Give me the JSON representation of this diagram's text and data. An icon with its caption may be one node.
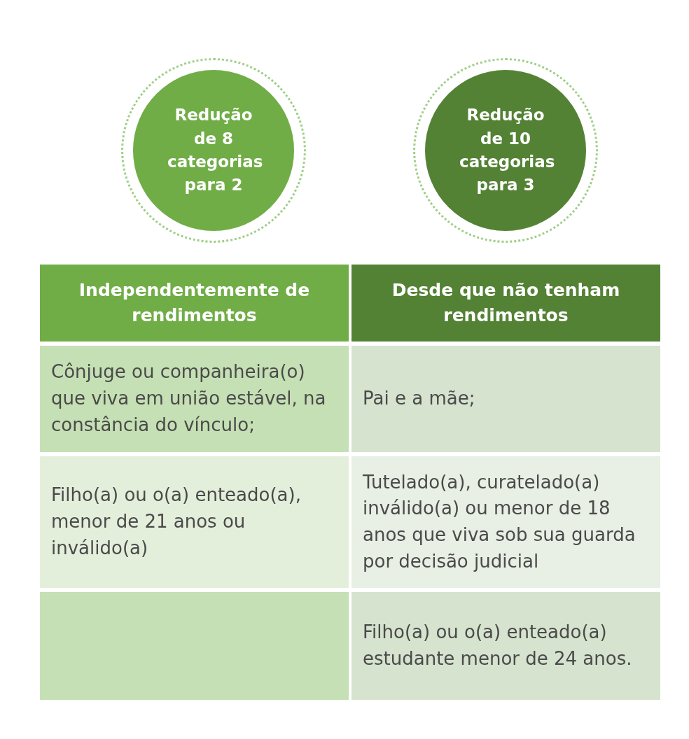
{
  "diagram": {
    "nodes": [
      {
        "text": [
          "Redução de 8 categorias para 2"
        ]
      },
      {
        "text": [
          "Redução de 10 categorias para 3"
        ]
      }
    ],
    "labels": [
      "Independentemente de rendimentos",
      "Desde que não tenham rendimentos",
      "Cônjuge ou companheira(o) que viva em união estável, na constância do vínculo;",
      "Pai e a mãe;",
      "Filho(a) ou o(a) enteado(a), menor de 21 anos ou inválido(a)",
      "Tutelado(a), curatelado(a) inválido(a) ou menor de 18 anos que viva sob sua guarda por decisão judicial",
      "Filho(a) ou o(a) enteado(a) estudante menor de 24 anos."
    ]
  }
}
